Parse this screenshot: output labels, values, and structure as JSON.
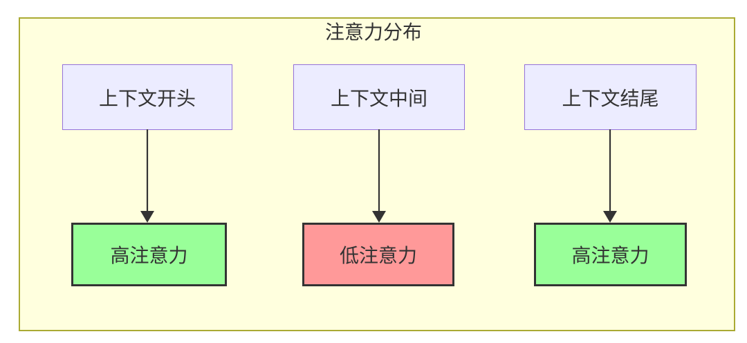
{
  "diagram": {
    "title": "注意力分布",
    "columns": [
      {
        "source": "上下文开头",
        "target": "高注意力",
        "target_type": "high"
      },
      {
        "source": "上下文中间",
        "target": "低注意力",
        "target_type": "low"
      },
      {
        "source": "上下文结尾",
        "target": "高注意力",
        "target_type": "high"
      }
    ],
    "colors": {
      "frame_fill": "#FFFFDE",
      "frame_stroke": "#AAAA33",
      "source_fill": "#ECECFF",
      "source_stroke": "#9370DB",
      "high_fill": "#99FF99",
      "low_fill": "#FF9999",
      "target_stroke": "#333333",
      "arrow": "#333333",
      "text": "#333333"
    }
  }
}
